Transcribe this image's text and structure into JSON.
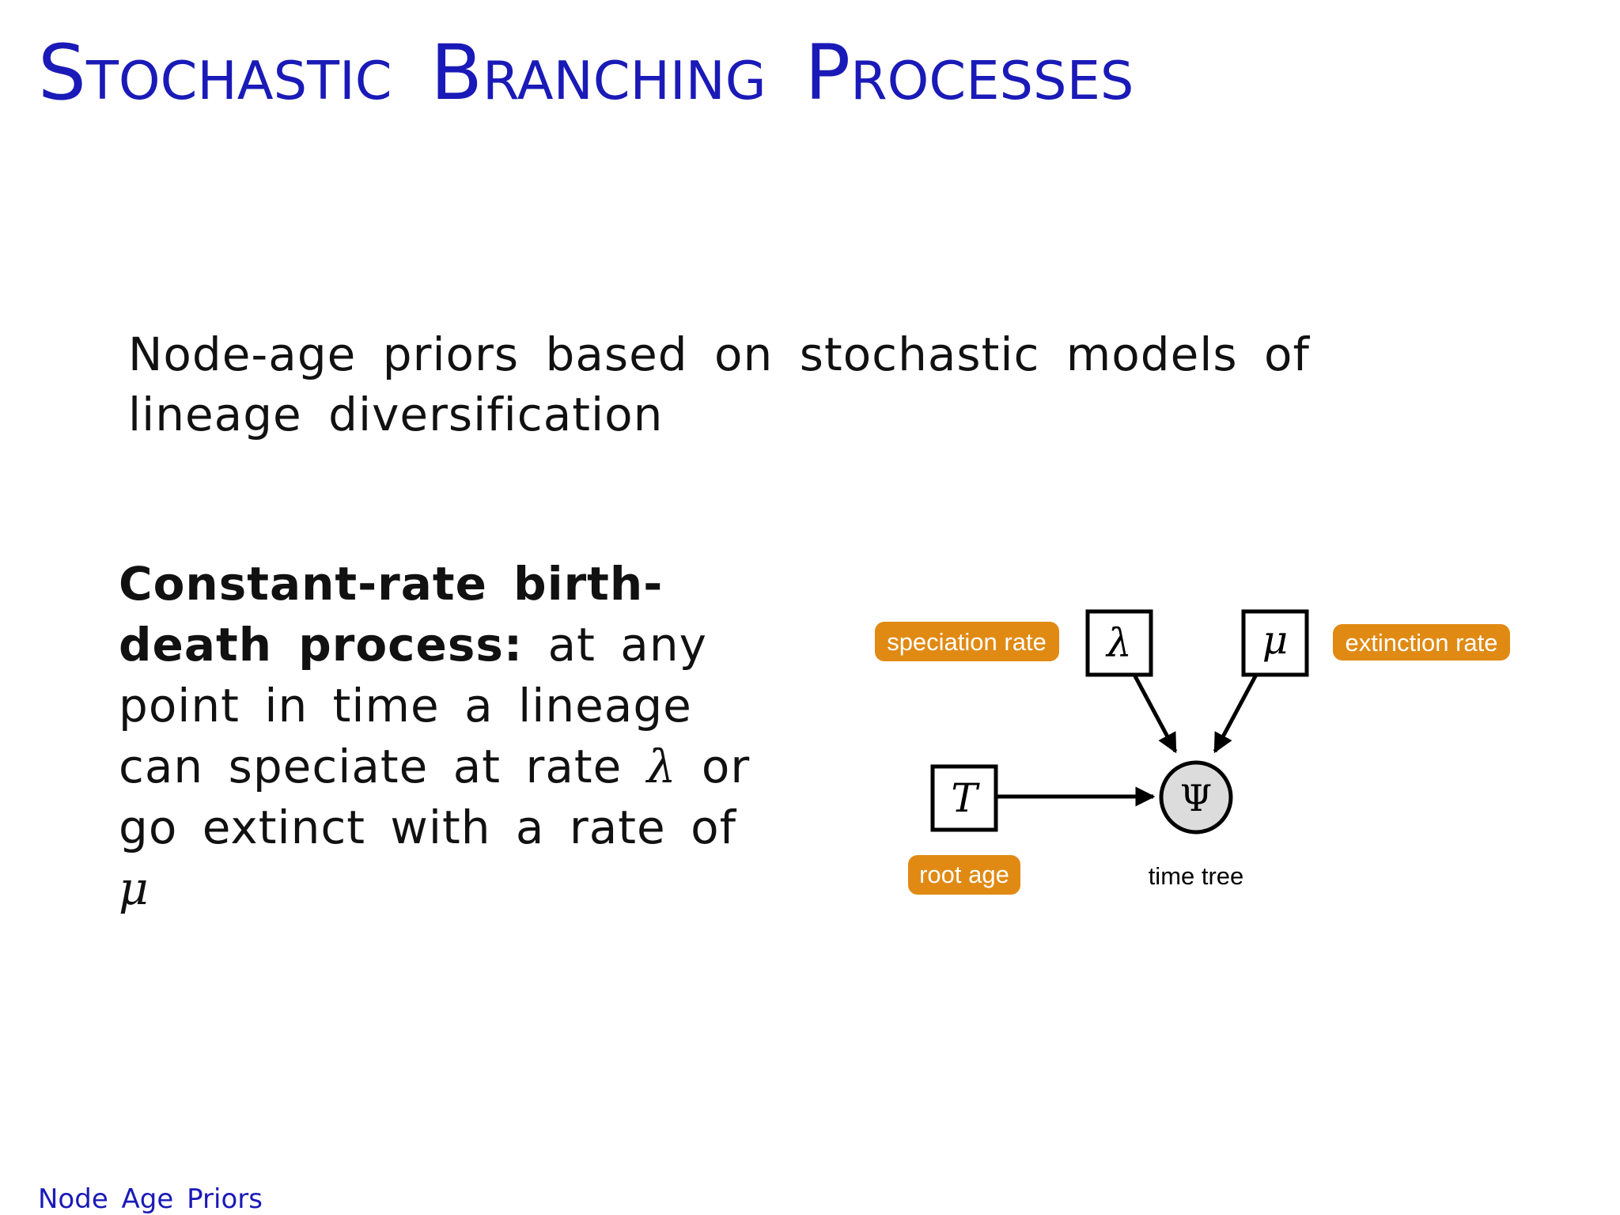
{
  "slide": {
    "title": "Stochastic Branching Processes",
    "intro": "Node-age priors based on stochastic models of lineage diversification",
    "body": {
      "bold_lead": "Constant-rate birth-death process:",
      "text_before_lambda": " at any point in time a lineage can speciate at rate ",
      "lambda_symbol": "λ",
      "text_between": " or go extinct with a rate of ",
      "mu_symbol": "μ"
    },
    "footer": "Node Age Priors"
  },
  "diagram": {
    "nodes": {
      "lambda": "λ",
      "mu": "μ",
      "root_age": "T",
      "time_tree": "Ψ"
    },
    "labels": {
      "speciation_rate": "speciation rate",
      "extinction_rate": "extinction rate",
      "root_age": "root age",
      "time_tree": "time tree"
    },
    "colors": {
      "label_badge": "#e08a14",
      "label_badge_text": "#ffffff",
      "time_tree_fill": "#dcdcdc",
      "node_stroke": "#000000"
    }
  }
}
